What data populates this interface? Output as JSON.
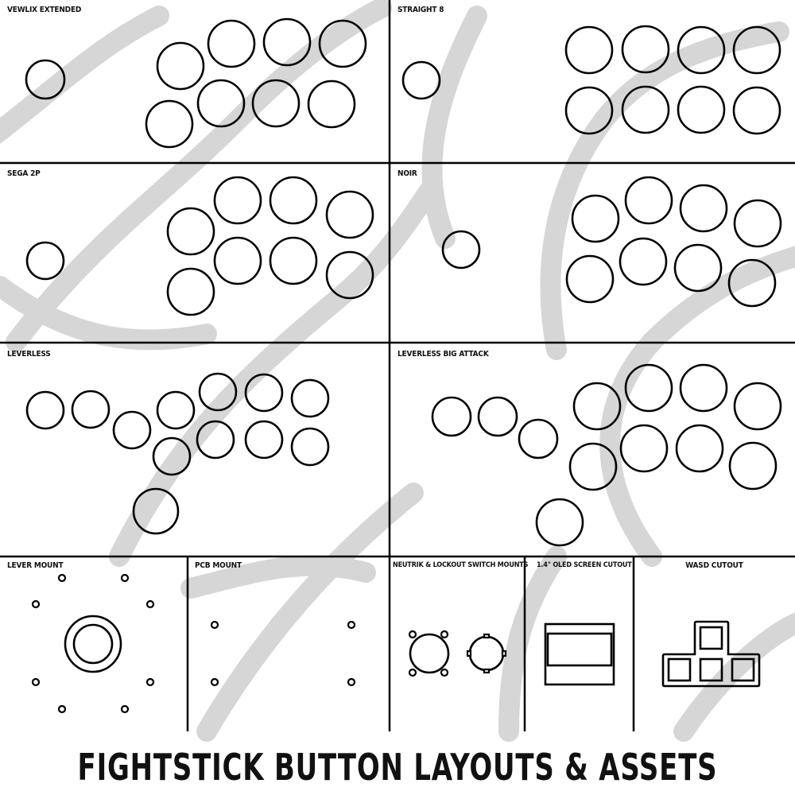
{
  "panels": {
    "vewlix_extended": "VEWLIX EXTENDED",
    "straight_8": "STRAIGHT 8",
    "sega_2p": "SEGA 2P",
    "noir": "NOIR",
    "leverless": "LEVERLESS",
    "leverless_big_attack": "LEVERLESS BIG ATTACK",
    "lever_mount": "LEVER MOUNT",
    "pcb_mount": "PCB MOUNT",
    "neutrik_lockout": "NEUTRIK & LOCKOUT SWITCH MOUNTS",
    "oled_cutout": "1.4\" OLED SCREEN CUTOUT",
    "wasd_cutout": "WASD CUTOUT"
  },
  "footer": {
    "title": "FIGHTSTICK BUTTON LAYOUTS & ASSETS .SVG FILE"
  },
  "colors": {
    "line": "#000000",
    "watermark": "#d6d6d6",
    "background": "#ffffff"
  }
}
